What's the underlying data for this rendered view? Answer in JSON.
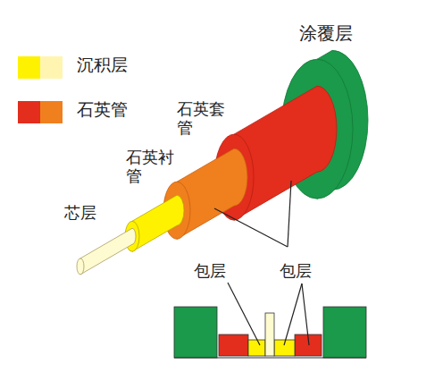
{
  "diagram": {
    "labels": [
      "涂覆层",
      "石英套管",
      "石英衬管",
      "芯层",
      "包层",
      "包层"
    ],
    "legend": [
      {
        "text": "沉积层",
        "color": "#fff200"
      },
      {
        "text": "石英管",
        "color": "#e32d1d"
      }
    ]
  }
}
